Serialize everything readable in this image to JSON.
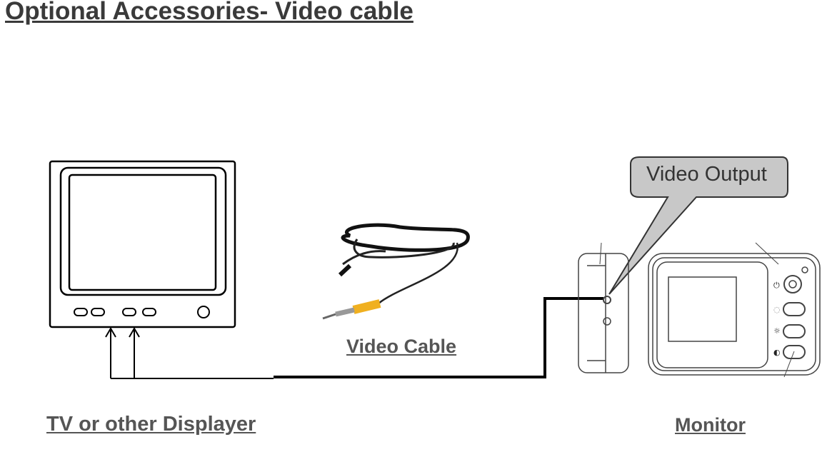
{
  "title": "Optional Accessories- Video cable",
  "labels": {
    "tv": "TV or other Displayer",
    "cable": "Video Cable",
    "monitor": "Monitor",
    "callout": "Video Output"
  },
  "colors": {
    "text": "#555555",
    "callout_fill": "#c8c8c8",
    "cable_plug": "#f0b020"
  }
}
